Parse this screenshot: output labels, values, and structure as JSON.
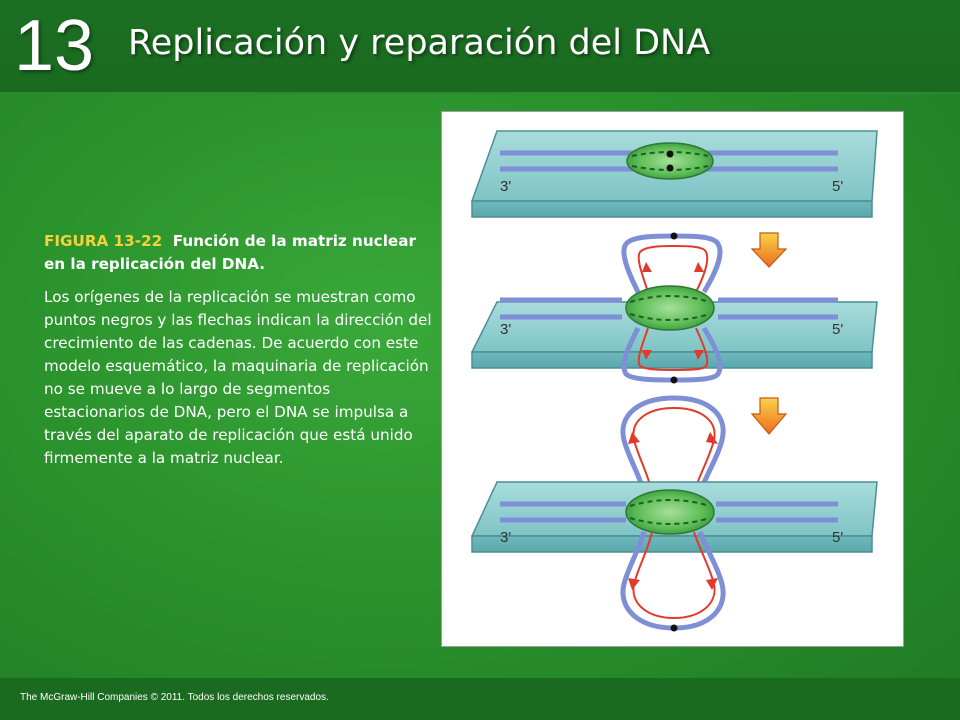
{
  "header": {
    "chapter_number": "13",
    "title": "Replicación y reparación del DNA"
  },
  "caption": {
    "figure_number": "FIGURA 13-22",
    "figure_title": "Función de la matriz nuclear en la replicación del DNA.",
    "body": "Los orígenes de la replicación se muestran como puntos negros y las flechas indican la dirección del crecimiento de las cadenas. De acuerdo con este modelo esquemático, la maquinaria de replicación no se mueve a lo largo de segmentos estacionarios de DNA, pero el DNA se impulsa a través del aparato de replicación que está unido firmemente a la matriz nuclear."
  },
  "figure": {
    "panels": [
      {
        "label_left": "3'",
        "label_right": "5'"
      },
      {
        "label_left": "3'",
        "label_right": "5'"
      },
      {
        "label_left": "3'",
        "label_right": "5'"
      }
    ],
    "colors": {
      "matrix": "#8fcfcf",
      "dna_strand": "#7e8fd6",
      "new_strand": "#e23a2a",
      "replication_apparatus": "#4caf50",
      "arrow": "#f5a623"
    }
  },
  "footer": {
    "copyright": "The McGraw-Hill Companies © 2011. Todos los derechos reservados."
  }
}
